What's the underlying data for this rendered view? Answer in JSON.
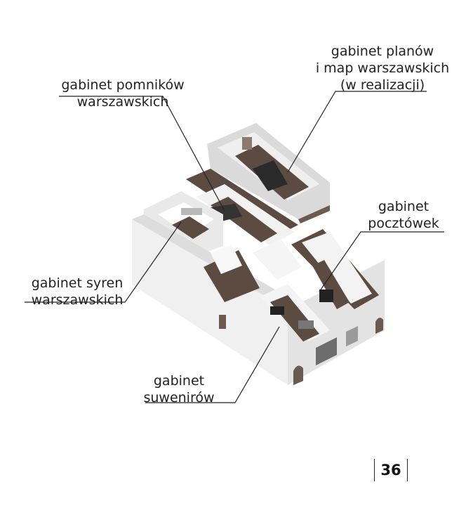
{
  "labels": {
    "plany": "gabinet planów\ni map warszawskich\n(w realizacji)",
    "pomniki": "gabinet pomników\nwarszawskich",
    "pocztowki": "gabinet\npocztówek",
    "syreny": "gabinet syren\nwarszawskich",
    "suweniry": "gabinet\nsuwenirów"
  },
  "page_number": "36",
  "colors": {
    "wall": "#f4f4f4",
    "wall_shade": "#dcdcdc",
    "floor": "#5b4b40",
    "line": "#222222"
  }
}
